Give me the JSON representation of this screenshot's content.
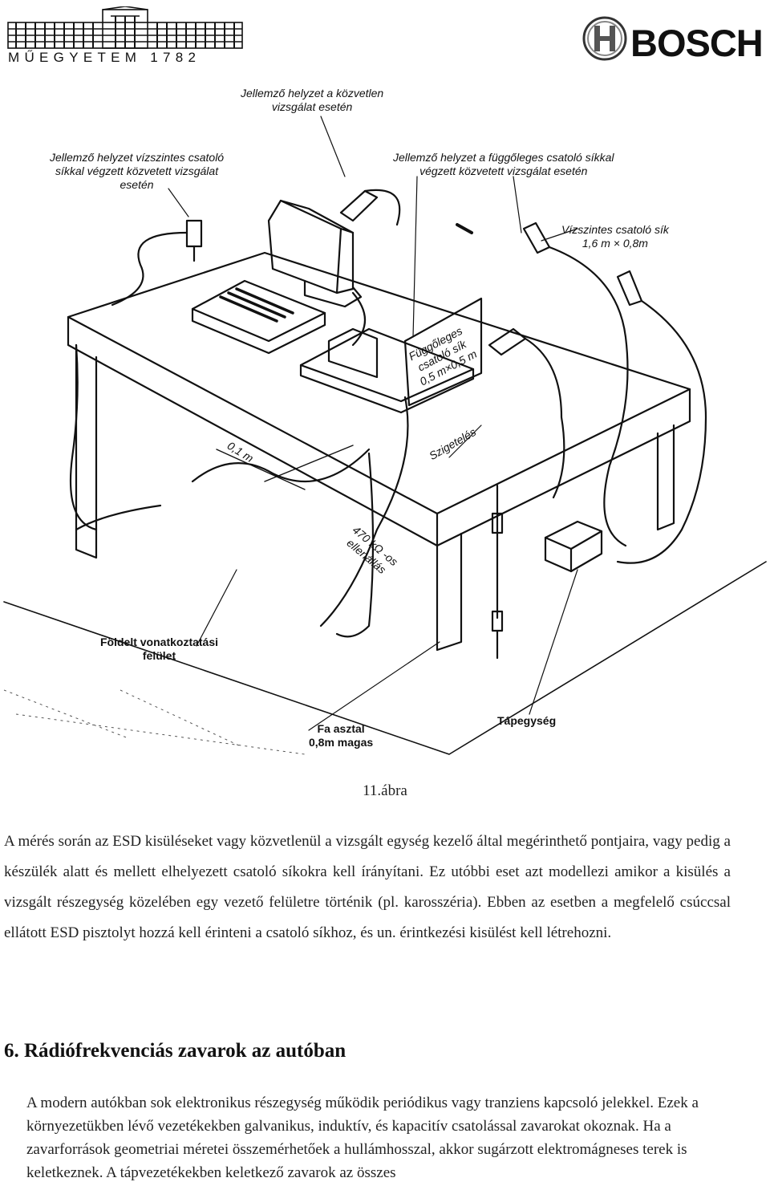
{
  "header": {
    "university_caption": "MŰEGYETEM 1782",
    "brand": "BOSCH"
  },
  "figure": {
    "labels": {
      "direct": "Jellemző helyzet a közvetlen\nvizsgálat esetén",
      "horizontal_indirect": "Jellemző helyzet vízszintes csatoló\nsíkkal végzett közvetett vizsgálat\nesetén",
      "vertical_indirect": "Jellemző helyzet a függőleges csatoló síkkal\nvégzett közvetett vizsgálat esetén",
      "horizontal_plane": "Vízszintes csatoló sík\n1,6 m × 0,8m",
      "vertical_plane": "Függőleges\ncsatoló sík\n0,5 m×0,5 m",
      "distance": "0,1 m",
      "insulation": "Szigetelés",
      "resistor": "470 kΩ -os\nellenállás",
      "ground": "Földelt vonatkoztatási\nfelület",
      "table": "Fa asztal\n0,8m magas",
      "power_unit": "Tápegység"
    },
    "caption": "11.ábra"
  },
  "paragraph1": "A mérés során az ESD kisüléseket vagy közvetlenül a vizsgált egység kezelő által megérinthető pontjaira, vagy pedig a készülék alatt és mellett elhelyezett csatoló síkokra kell írányítani. Ez utóbbi eset azt modellezi amikor a kisülés a vizsgált részegység közelében egy vezető felületre történik (pl. karosszéria). Ebben az esetben a megfelelő csúccsal ellátott ESD pisztolyt hozzá kell érinteni a csatoló síkhoz, és un. érintkezési kisülést kell létrehozni.",
  "section": {
    "title": "6. Rádiófrekvenciás zavarok az autóban",
    "paragraph": "A modern autókban sok elektronikus részegység működik periódikus vagy tranziens kapcsoló jelekkel. Ezek a környezetükben lévő vezetékekben galvanikus, induktív, és kapacitív csatolással zavarokat okoznak. Ha a zavarforrások geometriai méretei összemérhetőek a hullámhosszal, akkor sugárzott elektromágneses terek is keletkeznek. A tápvezetékekben keletkező zavarok az összes"
  }
}
